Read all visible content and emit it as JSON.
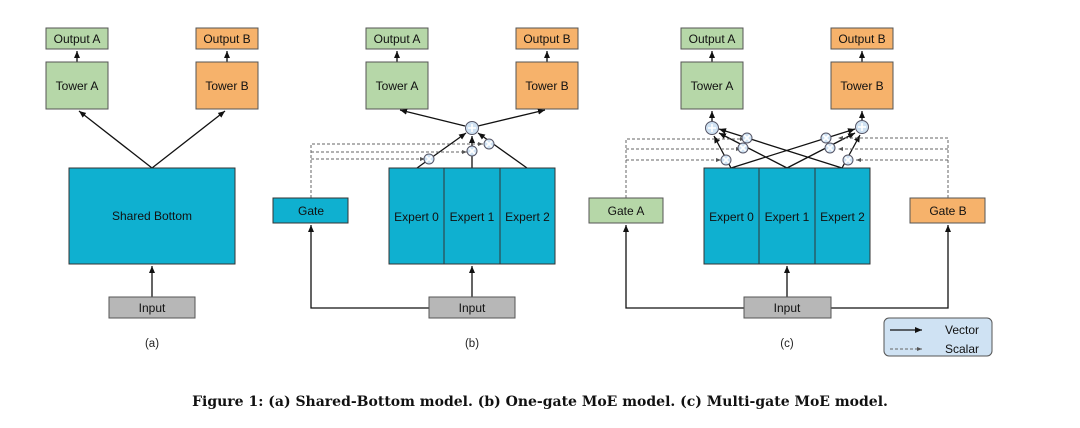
{
  "panels": {
    "a": {
      "sublabel": "(a)",
      "output_a": "Output A",
      "output_b": "Output B",
      "tower_a": "Tower A",
      "tower_b": "Tower B",
      "shared_bottom": "Shared Bottom",
      "input": "Input"
    },
    "b": {
      "sublabel": "(b)",
      "output_a": "Output A",
      "output_b": "Output B",
      "tower_a": "Tower A",
      "tower_b": "Tower B",
      "gate": "Gate",
      "experts": [
        "Expert 0",
        "Expert 1",
        "Expert 2"
      ],
      "input": "Input"
    },
    "c": {
      "sublabel": "(c)",
      "output_a": "Output A",
      "output_b": "Output B",
      "tower_a": "Tower A",
      "tower_b": "Tower B",
      "gate_a": "Gate A",
      "gate_b": "Gate B",
      "experts": [
        "Expert 0",
        "Expert 1",
        "Expert 2"
      ],
      "input": "Input"
    }
  },
  "legend": {
    "vector": "Vector",
    "scalar": "Scalar"
  },
  "caption": "Figure 1: (a) Shared-Bottom model. (b) One-gate MoE model. (c) Multi-gate MoE model.",
  "colors": {
    "task_a": "#b6d7a8",
    "task_b": "#f6b26b",
    "shared": "#0fb0d0",
    "input": "#b7b7b7",
    "legend_bg": "#cfe2f3"
  }
}
